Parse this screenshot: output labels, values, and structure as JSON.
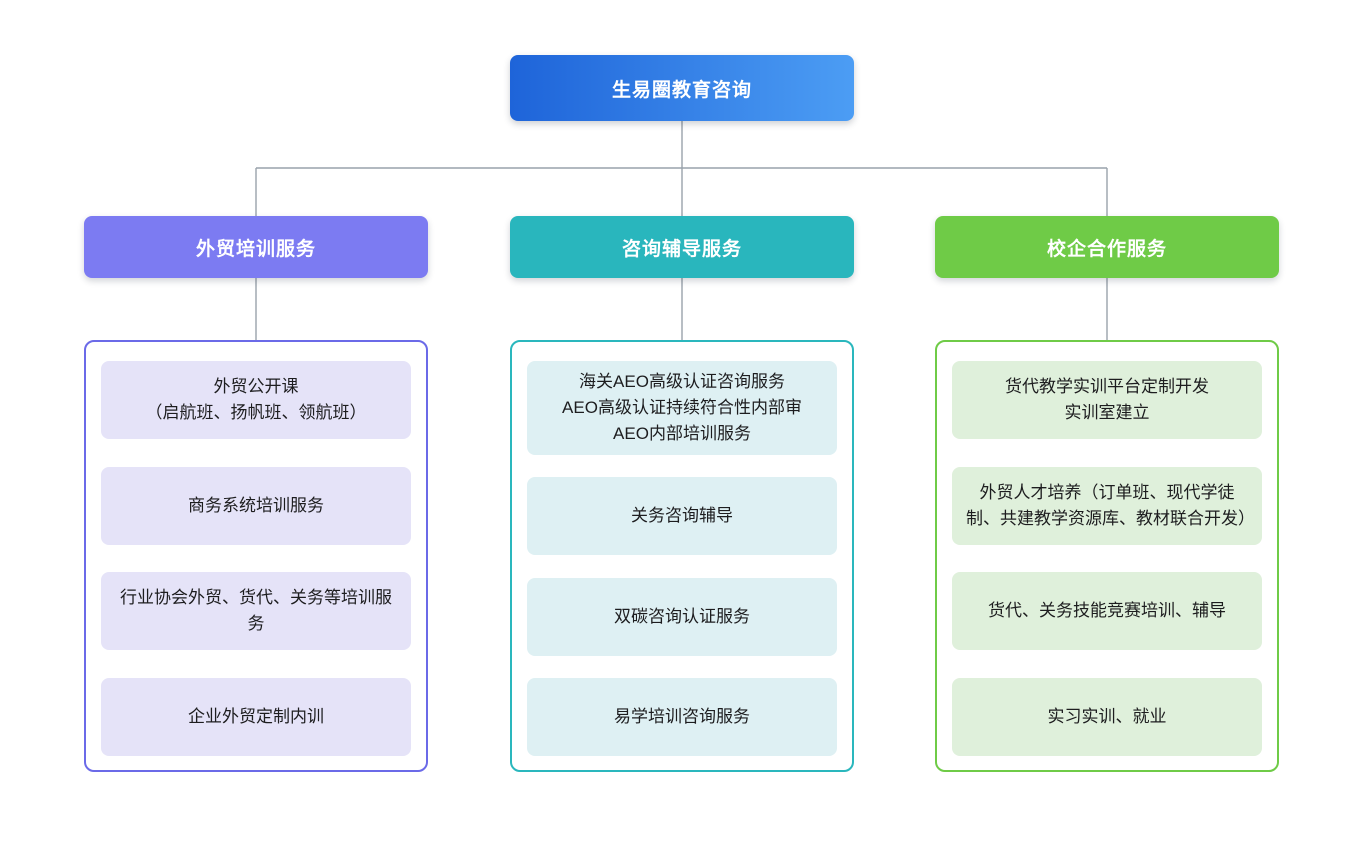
{
  "root": {
    "title": "生易圈教育咨询",
    "gradient_start": "#1e64d9",
    "gradient_end": "#4c9df4",
    "text_color": "#ffffff"
  },
  "connectors": {
    "color": "#99a2ab"
  },
  "branches": [
    {
      "title": "外贸培训服务",
      "color": "#7c7bf2",
      "border_color": "#6b6ae8",
      "item_bg": "#e5e3f8",
      "items": [
        [
          "外贸公开课",
          "（启航班、扬帆班、领航班）"
        ],
        "商务系统培训服务",
        "行业协会外贸、货代、关务等培训服务",
        "企业外贸定制内训"
      ]
    },
    {
      "title": "咨询辅导服务",
      "color": "#29b6bd",
      "border_color": "#2ab7bd",
      "item_bg": "#def0f3",
      "items": [
        [
          "海关AEO高级认证咨询服务",
          "AEO高级认证持续符合性内部审",
          "AEO内部培训服务"
        ],
        "关务咨询辅导",
        "双碳咨询认证服务",
        "易学培训咨询服务"
      ]
    },
    {
      "title": "校企合作服务",
      "color": "#6fcb47",
      "border_color": "#6fcb47",
      "item_bg": "#dff0db",
      "items": [
        [
          "货代教学实训平台定制开发",
          "实训室建立"
        ],
        "外贸人才培养（订单班、现代学徒制、共建教学资源库、教材联合开发）",
        "货代、关务技能竞赛培训、辅导",
        "实习实训、就业"
      ]
    }
  ]
}
